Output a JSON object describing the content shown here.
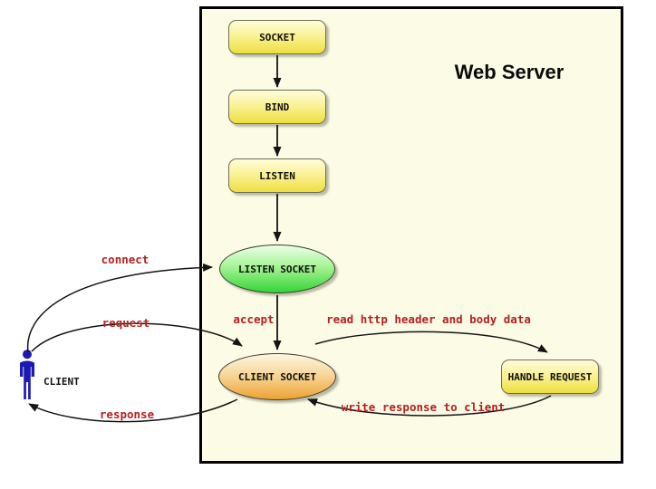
{
  "diagram": {
    "server_title": "Web Server",
    "nodes": {
      "socket": {
        "label": "SOCKET",
        "shape": "rounded-rect",
        "fill": "yellow-gradient"
      },
      "bind": {
        "label": "BIND",
        "shape": "rounded-rect",
        "fill": "yellow-gradient"
      },
      "listen": {
        "label": "LISTEN",
        "shape": "rounded-rect",
        "fill": "yellow-gradient"
      },
      "listen_socket": {
        "label": "LISTEN SOCKET",
        "shape": "ellipse",
        "fill": "green-gradient"
      },
      "client_socket": {
        "label": "CLIENT SOCKET",
        "shape": "ellipse",
        "fill": "orange-gradient"
      },
      "handle_request": {
        "label": "HANDLE REQUEST",
        "shape": "rounded-rect",
        "fill": "yellow-gradient"
      }
    },
    "actor": {
      "label": "CLIENT",
      "icon": "person-icon"
    },
    "edges": {
      "socket_to_bind": {
        "label": "",
        "from": "socket",
        "to": "bind"
      },
      "bind_to_listen": {
        "label": "",
        "from": "bind",
        "to": "listen"
      },
      "listen_to_lsock": {
        "label": "",
        "from": "listen",
        "to": "listen_socket"
      },
      "accept": {
        "label": "accept",
        "from": "listen_socket",
        "to": "client_socket"
      },
      "connect": {
        "label": "connect",
        "from": "client",
        "to": "listen_socket"
      },
      "request": {
        "label": "request",
        "from": "client",
        "to": "client_socket"
      },
      "response": {
        "label": "response",
        "from": "client_socket",
        "to": "client"
      },
      "read": {
        "label": "read http header and body data",
        "from": "client_socket",
        "to": "handle_request"
      },
      "write": {
        "label": "write response to client",
        "from": "handle_request",
        "to": "client_socket"
      }
    },
    "colors": {
      "edge_label_red": "#b22222",
      "yellow_node_top": "#fffdda",
      "yellow_node_bottom": "#eedf3f",
      "green_node_top": "#ecffe8",
      "green_node_bottom": "#35d435",
      "orange_node_top": "#fdf6e1",
      "orange_node_bottom": "#eea231",
      "server_background": "#fbfbe6",
      "server_border": "#000000",
      "actor_blue": "#1b1bb4",
      "edge_stroke": "#141414"
    }
  }
}
